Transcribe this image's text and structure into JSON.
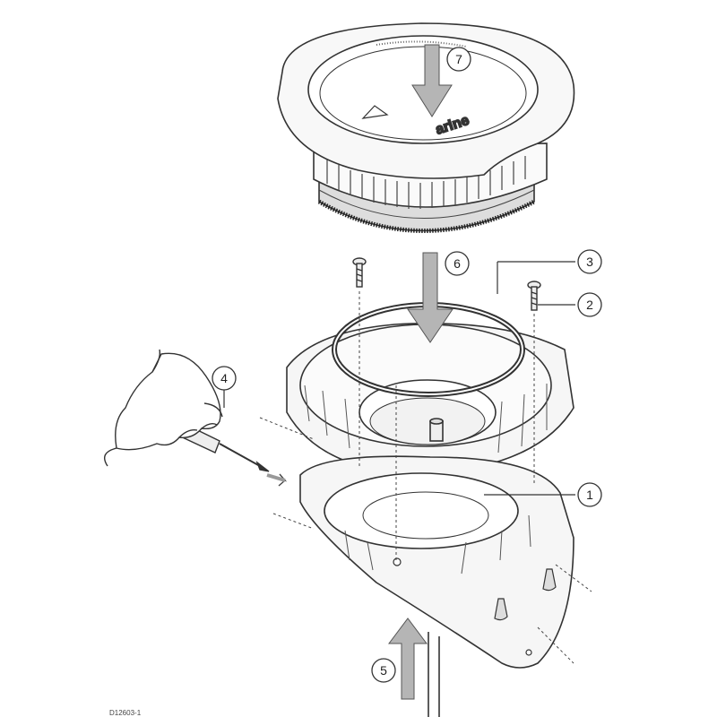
{
  "diagram": {
    "logo_text": "arine",
    "reference_code": "D12603-1",
    "callouts": [
      {
        "id": "1",
        "label": "1"
      },
      {
        "id": "2",
        "label": "2"
      },
      {
        "id": "3",
        "label": "3"
      },
      {
        "id": "4",
        "label": "4"
      },
      {
        "id": "5",
        "label": "5"
      },
      {
        "id": "6",
        "label": "6"
      },
      {
        "id": "7",
        "label": "7"
      }
    ],
    "colors": {
      "line": "#333333",
      "arrow_fill": "#b5b5b5",
      "part_fill": "#f4f4f4",
      "gasket": "#555555"
    }
  }
}
